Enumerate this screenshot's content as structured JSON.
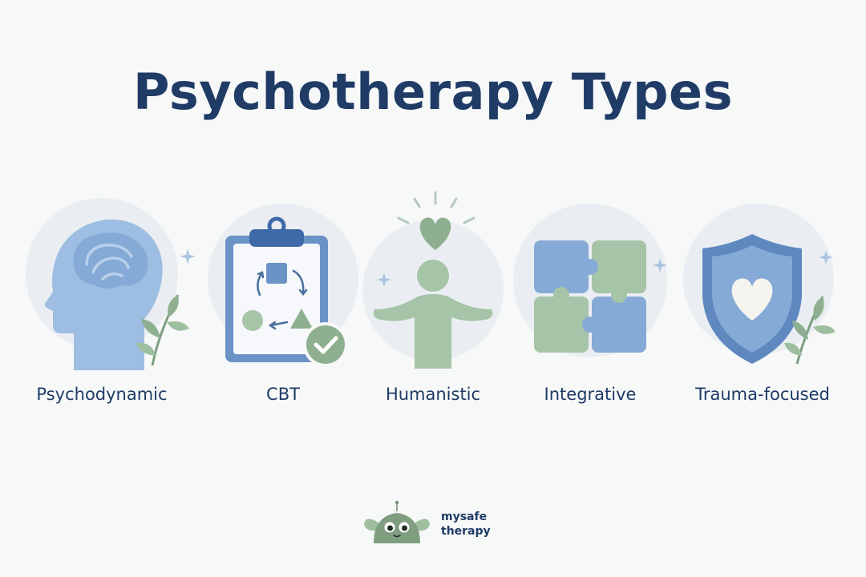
{
  "title": "Psychotherapy Types",
  "cards": [
    {
      "label": "Psychodynamic",
      "icon": "head-brain-icon"
    },
    {
      "label": "CBT",
      "icon": "clipboard-cycle-icon"
    },
    {
      "label": "Humanistic",
      "icon": "person-heart-icon"
    },
    {
      "label": "Integrative",
      "icon": "puzzle-icon"
    },
    {
      "label": "Trauma-focused",
      "icon": "shield-heart-icon"
    }
  ],
  "brand": {
    "line1": "mysafe",
    "line2": "therapy"
  },
  "colors": {
    "title": "#1f3b66",
    "blue": "#6b93c6",
    "light_blue": "#9dbde2",
    "green": "#8fb090",
    "circle_bg": "#eaeef2"
  }
}
